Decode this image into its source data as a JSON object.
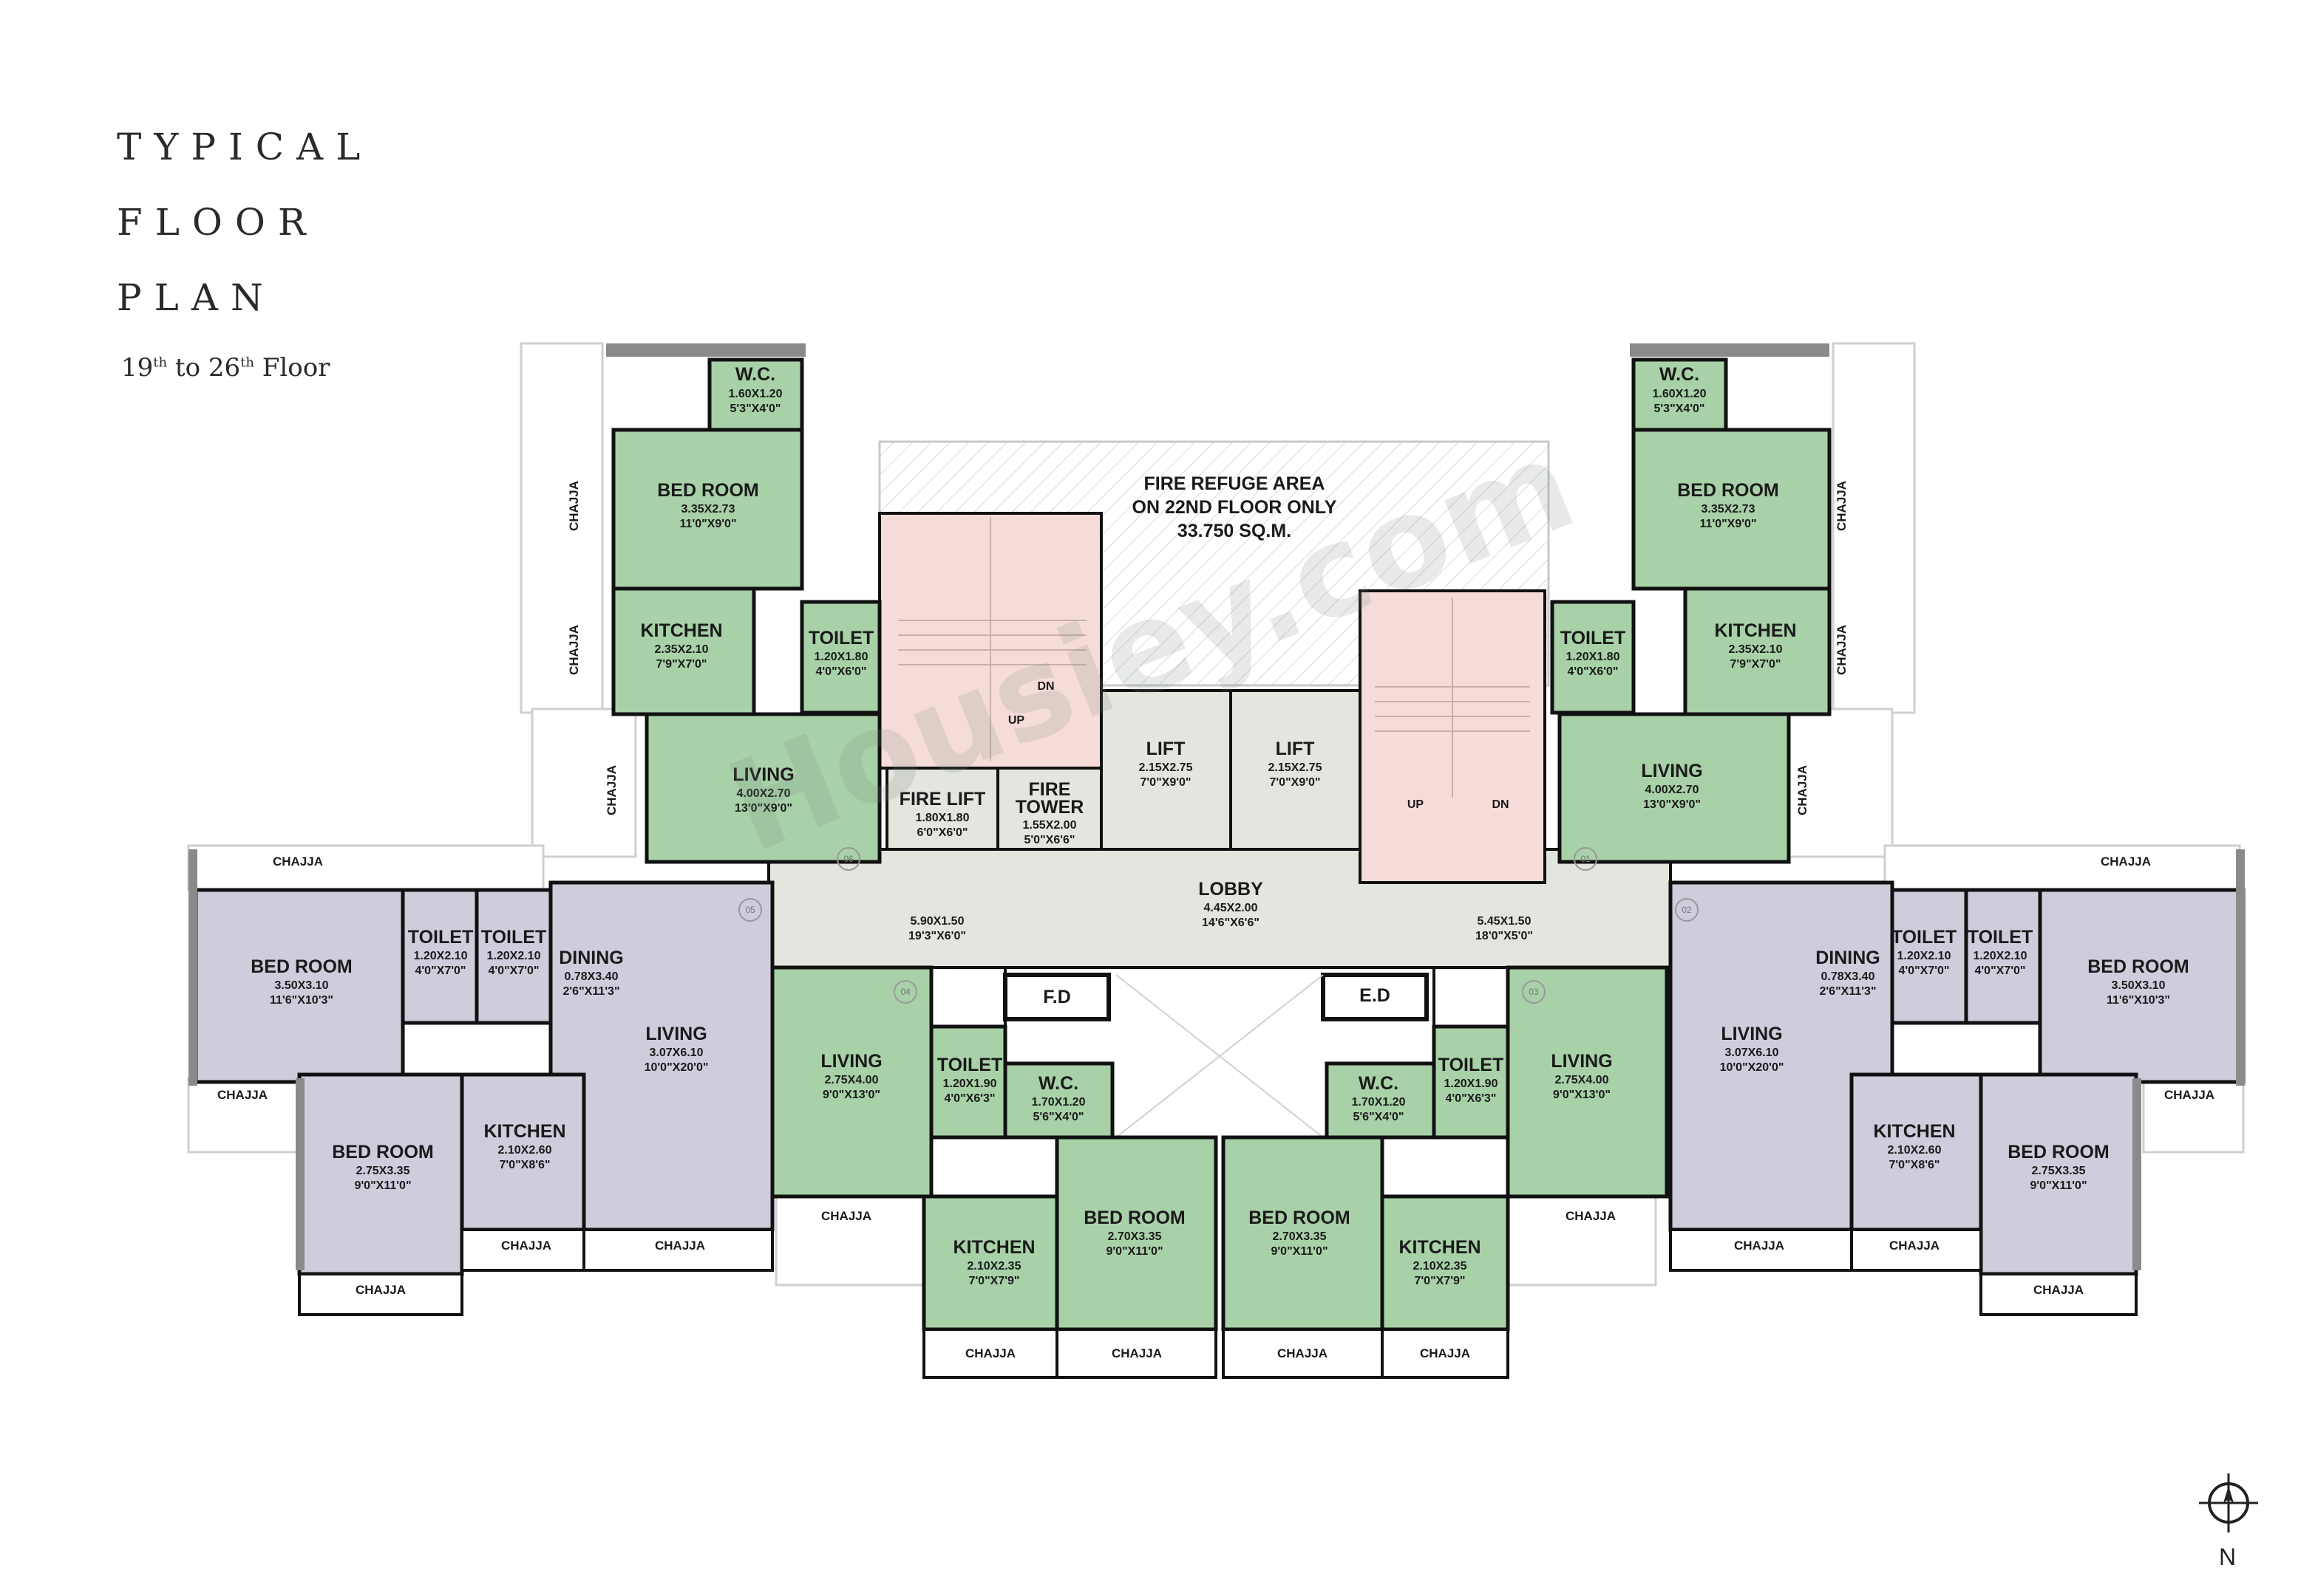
{
  "title": {
    "line1": "TYPICAL",
    "line2": "FLOOR",
    "line3": "PLAN"
  },
  "subtitle": {
    "from": "19",
    "from_sup": "th",
    "to_word": "to",
    "to": "26",
    "to_sup": "th",
    "suffix": "Floor"
  },
  "watermark": "Housiey.com",
  "compass_label": "N",
  "colors": {
    "flat_green": "#a8d1a8",
    "flat_grey": "#cfcddb",
    "lobby": "#e3e5df",
    "stair": "#f6dcd8",
    "wall": "#111111"
  },
  "rooms": {
    "tl_wc": {
      "name": "W.C.",
      "m": "1.60X1.20",
      "f": "5'3\"X4'0\""
    },
    "tl_bed": {
      "name": "BED ROOM",
      "m": "3.35X2.73",
      "f": "11'0\"X9'0\""
    },
    "tl_kitchen": {
      "name": "KITCHEN",
      "m": "2.35X2.10",
      "f": "7'9\"X7'0\""
    },
    "tl_toilet": {
      "name": "TOILET",
      "m": "1.20X1.80",
      "f": "4'0\"X6'0\""
    },
    "tl_living": {
      "name": "LIVING",
      "m": "4.00X2.70",
      "f": "13'0\"X9'0\""
    },
    "tr_wc": {
      "name": "W.C.",
      "m": "1.60X1.20",
      "f": "5'3\"X4'0\""
    },
    "tr_bed": {
      "name": "BED ROOM",
      "m": "3.35X2.73",
      "f": "11'0\"X9'0\""
    },
    "tr_kitchen": {
      "name": "KITCHEN",
      "m": "2.35X2.10",
      "f": "7'9\"X7'0\""
    },
    "tr_toilet": {
      "name": "TOILET",
      "m": "1.20X1.80",
      "f": "4'0\"X6'0\""
    },
    "tr_living": {
      "name": "LIVING",
      "m": "4.00X2.70",
      "f": "13'0\"X9'0\""
    },
    "refuge": {
      "l1": "FIRE REFUGE AREA",
      "l2": "ON 22ND FLOOR ONLY",
      "l3": "33.750 SQ.M."
    },
    "lift1": {
      "name": "LIFT",
      "m": "2.15X2.75",
      "f": "7'0\"X9'0\""
    },
    "lift2": {
      "name": "LIFT",
      "m": "2.15X2.75",
      "f": "7'0\"X9'0\""
    },
    "firelift": {
      "name": "FIRE LIFT",
      "m": "1.80X1.80",
      "f": "6'0\"X6'0\""
    },
    "firetower": {
      "name": "FIRE",
      "name2": "TOWER",
      "m": "1.55X2.00",
      "f": "5'0\"X6'6\""
    },
    "lobby": {
      "name": "LOBBY",
      "m": "4.45X2.00",
      "f": "14'6\"X6'6\""
    },
    "lobby_left": {
      "m": "5.90X1.50",
      "f": "19'3\"X6'0\""
    },
    "lobby_right": {
      "m": "5.45X1.50",
      "f": "18'0\"X5'0\""
    },
    "stair_up": "UP",
    "stair_dn": "DN",
    "fd": "F.D",
    "ed": "E.D",
    "l_bed1": {
      "name": "BED ROOM",
      "m": "3.50X3.10",
      "f": "11'6\"X10'3\""
    },
    "l_toilet1": {
      "name": "TOILET",
      "m": "1.20X2.10",
      "f": "4'0\"X7'0\""
    },
    "l_toilet2": {
      "name": "TOILET",
      "m": "1.20X2.10",
      "f": "4'0\"X7'0\""
    },
    "l_dining": {
      "name": "DINING",
      "m": "0.78X3.40",
      "f": "2'6\"X11'3\""
    },
    "l_living": {
      "name": "LIVING",
      "m": "3.07X6.10",
      "f": "10'0\"X20'0\""
    },
    "l_bed2": {
      "name": "BED ROOM",
      "m": "2.75X3.35",
      "f": "9'0\"X11'0\""
    },
    "l_kitchen": {
      "name": "KITCHEN",
      "m": "2.10X2.60",
      "f": "7'0\"X8'6\""
    },
    "r_bed1": {
      "name": "BED ROOM",
      "m": "3.50X3.10",
      "f": "11'6\"X10'3\""
    },
    "r_toilet1": {
      "name": "TOILET",
      "m": "1.20X2.10",
      "f": "4'0\"X7'0\""
    },
    "r_toilet2": {
      "name": "TOILET",
      "m": "1.20X2.10",
      "f": "4'0\"X7'0\""
    },
    "r_dining": {
      "name": "DINING",
      "m": "0.78X3.40",
      "f": "2'6\"X11'3\""
    },
    "r_living": {
      "name": "LIVING",
      "m": "3.07X6.10",
      "f": "10'0\"X20'0\""
    },
    "r_bed2": {
      "name": "BED ROOM",
      "m": "2.75X3.35",
      "f": "9'0\"X11'0\""
    },
    "r_kitchen": {
      "name": "KITCHEN",
      "m": "2.10X2.60",
      "f": "7'0\"X8'6\""
    },
    "bl_living": {
      "name": "LIVING",
      "m": "2.75X4.00",
      "f": "9'0\"X13'0\""
    },
    "bl_toilet": {
      "name": "TOILET",
      "m": "1.20X1.90",
      "f": "4'0\"X6'3\""
    },
    "bl_wc": {
      "name": "W.C.",
      "m": "1.70X1.20",
      "f": "5'6\"X4'0\""
    },
    "bl_kitchen": {
      "name": "KITCHEN",
      "m": "2.10X2.35",
      "f": "7'0\"X7'9\""
    },
    "bl_bed": {
      "name": "BED ROOM",
      "m": "2.70X3.35",
      "f": "9'0\"X11'0\""
    },
    "br_living": {
      "name": "LIVING",
      "m": "2.75X4.00",
      "f": "9'0\"X13'0\""
    },
    "br_toilet": {
      "name": "TOILET",
      "m": "1.20X1.90",
      "f": "4'0\"X6'3\""
    },
    "br_wc": {
      "name": "W.C.",
      "m": "1.70X1.20",
      "f": "5'6\"X4'0\""
    },
    "br_kitchen": {
      "name": "KITCHEN",
      "m": "2.10X2.35",
      "f": "7'0\"X7'9\""
    },
    "br_bed": {
      "name": "BED ROOM",
      "m": "2.70X3.35",
      "f": "9'0\"X11'0\""
    }
  },
  "chajja": "CHAJJA",
  "flat_numbers": {
    "f01": "01",
    "f02": "02",
    "f03": "03",
    "f04": "04",
    "f05": "05",
    "f06": "06"
  }
}
